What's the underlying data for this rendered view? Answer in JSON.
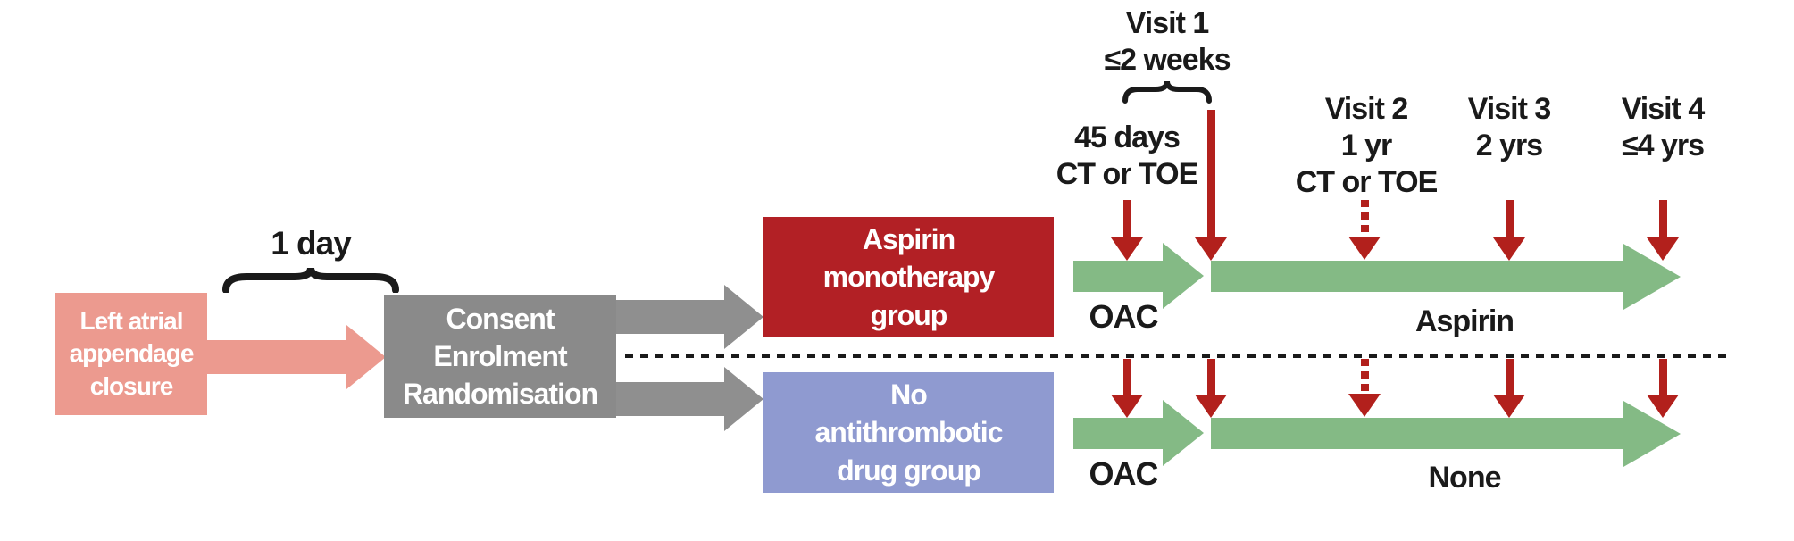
{
  "boxes": {
    "laac": "Left atrial\nappendage\nclosure",
    "consent": "Consent\nEnrolment\nRandomisation",
    "aspirin_group": "Aspirin\nmonotherapy\ngroup",
    "no_drug_group": "No\nantithrombotic\ndrug group"
  },
  "interval": {
    "label": "1 day"
  },
  "visits": {
    "visit1": "Visit 1\n≤2 weeks",
    "day45": "45 days\nCT or TOE",
    "visit2": "Visit 2\n1 yr\nCT or TOE",
    "visit3": "Visit 3\n2 yrs",
    "visit4": "Visit 4\n≤4 yrs"
  },
  "rows": {
    "top": {
      "phase1": "OAC",
      "phase2": "Aspirin"
    },
    "bottom": {
      "phase1": "OAC",
      "phase2": "None"
    }
  },
  "colors": {
    "pink": "#EC9A8F",
    "gray_box": "#8A8A8A",
    "gray_arrow": "#8F8F8F",
    "dark_red_box": "#B22025",
    "marker_red": "#B2201C",
    "lavender": "#8F9AD0",
    "green": "#84BA85",
    "text": "#1A1A1A"
  }
}
